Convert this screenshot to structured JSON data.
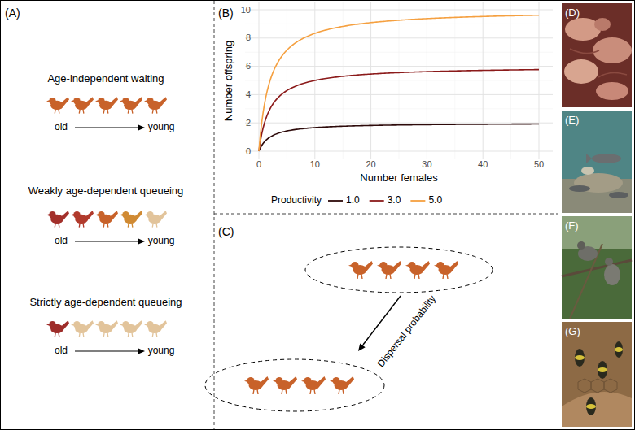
{
  "diagram": {
    "labels": [
      "(A)",
      "Age-independent waiting",
      "old",
      "young",
      "Weakly age-dependent queueing",
      "old",
      "young",
      "Strictly age-dependent queueing",
      "old",
      "young",
      "(B)",
      "10",
      "8",
      "6",
      "4",
      "2",
      "0",
      "0",
      "10",
      "20",
      "30",
      "40",
      "50",
      "Number offspring",
      "Number females",
      "Productivity",
      "(C)",
      "Dispersal probability",
      "(D)",
      "(E)",
      "(F)",
      "(G)"
    ],
    "legend": [
      {
        "text": "1.0"
      },
      {
        "text": "3.0"
      },
      {
        "text": "5.0"
      }
    ]
  }
}
